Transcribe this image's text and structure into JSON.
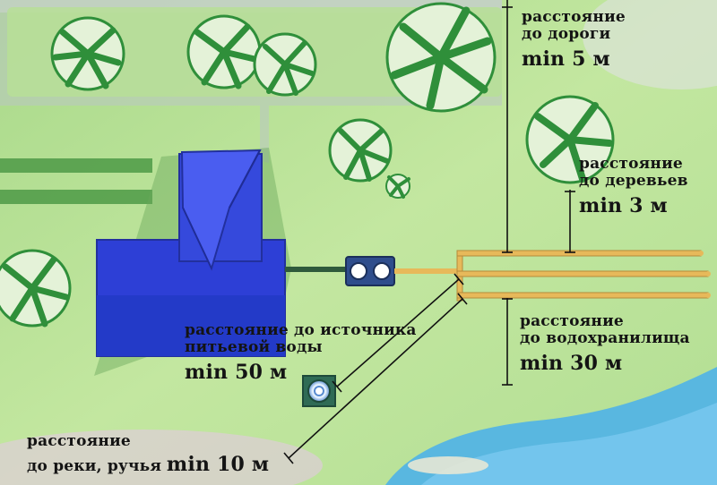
{
  "labels": {
    "road": {
      "line1": "расстояние",
      "line2": "до дороги",
      "value": "min 5 м"
    },
    "trees": {
      "line1": "расстояние",
      "line2": "до деревьев",
      "value": "min 3 м"
    },
    "reservoir": {
      "line1": "расстояние",
      "line2": "до водохранилища",
      "value": "min 30 м"
    },
    "drinking_source": {
      "line1": "расстояние до источника",
      "line2": "питьевой воды",
      "value": "min 50 м"
    },
    "river": {
      "line1": "расстояние",
      "line2": "до реки, ручья",
      "value": "min 10 м"
    }
  },
  "colors": {
    "lawn": "#bfe39a",
    "lawn_dark": "#8cc66a",
    "house": "#2d3fd6",
    "house_roof": "#3f55e6",
    "road": "#b9c7c2",
    "water": "#4fb2e8",
    "tree_leaf": "#2f8f3a",
    "tree_light": "#e4f2d8",
    "pipe": "#e7b95a",
    "septic": "#2f4d8c",
    "dimension_line": "#111111"
  }
}
